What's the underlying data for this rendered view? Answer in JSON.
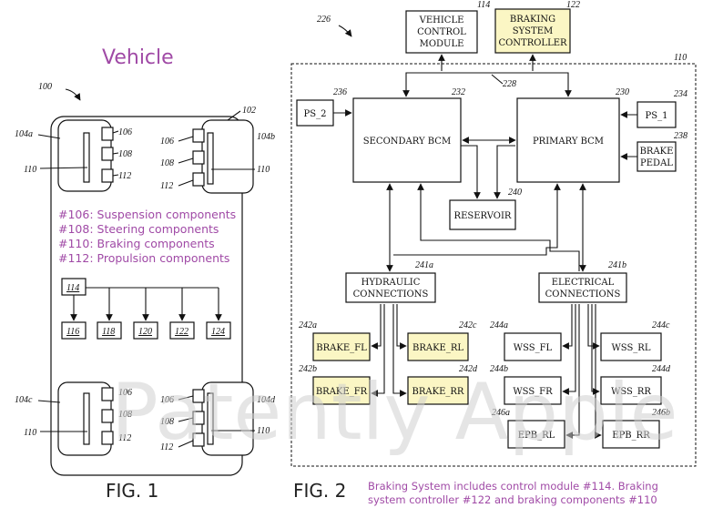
{
  "header": {
    "title": "Vehicle"
  },
  "fig1": {
    "label": "FIG. 1",
    "refs": {
      "main": "100",
      "body": "102",
      "w_fl": "104a",
      "w_fr": "104b",
      "w_rl": "104c",
      "w_rr": "104d",
      "c106": "106",
      "c108": "108",
      "c110": "110",
      "c112": "112"
    },
    "legend": [
      "#106: Suspension components",
      "#108: Steering components",
      "#110: Braking components",
      "#112: Propulsion components"
    ],
    "module": "114",
    "submodules": [
      "116",
      "118",
      "120",
      "122",
      "124"
    ]
  },
  "fig2": {
    "label": "FIG. 2",
    "refs": {
      "main": "226",
      "frame": "110",
      "vcm": "114",
      "bsc": "122",
      "bus": "228",
      "ps2": "236",
      "ps1": "234",
      "secondary": "232",
      "primary": "230",
      "pedal": "238",
      "reservoir": "240",
      "hyd": "241a",
      "elec": "241b",
      "b_fl": "242a",
      "b_rl": "242c",
      "b_fr": "242b",
      "b_rr": "242d",
      "wss_fl": "244a",
      "wss_rl": "244c",
      "wss_fr": "244b",
      "wss_rr": "244d",
      "epb_rl": "246a",
      "epb_rr": "246b"
    },
    "boxes": {
      "vcm": [
        "VEHICLE",
        "CONTROL",
        "MODULE"
      ],
      "bsc": [
        "BRAKING",
        "SYSTEM",
        "CONTROLLER"
      ],
      "ps2": "PS_2",
      "ps1": "PS_1",
      "secondary": "SECONDARY BCM",
      "primary": "PRIMARY BCM",
      "pedal": [
        "BRAKE",
        "PEDAL"
      ],
      "reservoir": "RESERVOIR",
      "hyd": [
        "HYDRAULIC",
        "CONNECTIONS"
      ],
      "elec": [
        "ELECTRICAL",
        "CONNECTIONS"
      ],
      "b_fl": "BRAKE_FL",
      "b_rl": "BRAKE_RL",
      "b_fr": "BRAKE_FR",
      "b_rr": "BRAKE_RR",
      "wss_fl": "WSS_FL",
      "wss_rl": "WSS_RL",
      "wss_fr": "WSS_FR",
      "wss_rr": "WSS_RR",
      "epb_rl": "EPB_RL",
      "epb_rr": "EPB_RR"
    }
  },
  "caption": [
    "Braking System includes control module #114. Braking",
    "system controller #122 and braking components #110"
  ],
  "watermark": "Patently Apple",
  "colors": {
    "accent": "#a04aa6",
    "highlight": "#fbf6c4"
  }
}
